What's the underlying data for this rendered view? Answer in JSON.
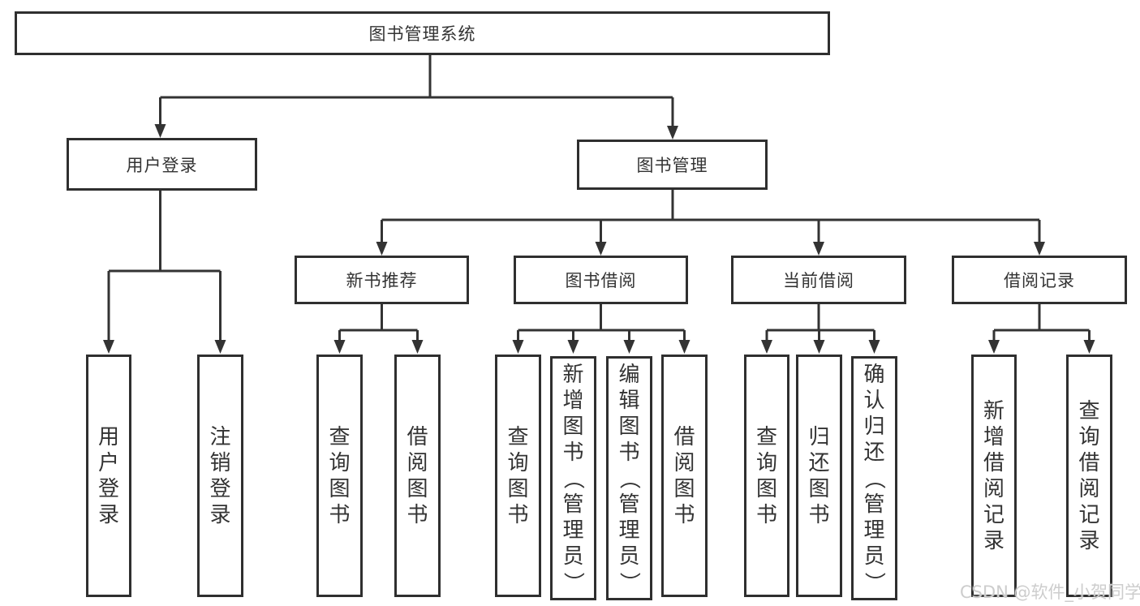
{
  "colors": {
    "line": "#333333",
    "box_border": "#2f2f2f",
    "text": "#333333",
    "background": "#ffffff",
    "watermark_text": "#cdcdcd"
  },
  "watermark": "CSDN @软件_小贺同学",
  "tree": {
    "root": {
      "label": "图书管理系统"
    },
    "branches": [
      {
        "label": "用户登录",
        "children": [
          {
            "label": "用户登录"
          },
          {
            "label": "注销登录"
          }
        ]
      },
      {
        "label": "图书管理",
        "sections": [
          {
            "label": "新书推荐",
            "children": [
              {
                "label": "查询图书"
              },
              {
                "label": "借阅图书"
              }
            ]
          },
          {
            "label": "图书借阅",
            "children": [
              {
                "label": "查询图书"
              },
              {
                "label": "新增图书（管理员）"
              },
              {
                "label": "编辑图书（管理员）"
              },
              {
                "label": "借阅图书"
              }
            ]
          },
          {
            "label": "当前借阅",
            "children": [
              {
                "label": "查询图书"
              },
              {
                "label": "归还图书"
              },
              {
                "label": "确认归还（管理员）"
              }
            ]
          },
          {
            "label": "借阅记录",
            "children": [
              {
                "label": "新增借阅记录"
              },
              {
                "label": "查询借阅记录"
              }
            ]
          }
        ]
      }
    ]
  }
}
